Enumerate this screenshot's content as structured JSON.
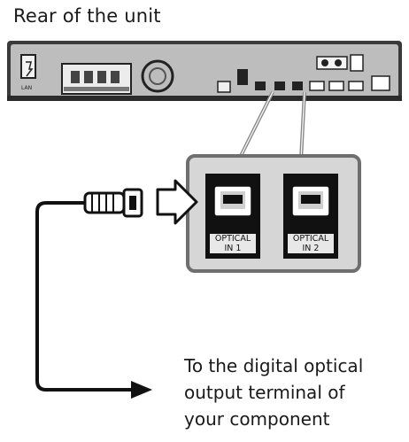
{
  "title": "Rear of the unit",
  "rear_panel": {
    "left_port_label": "LAN"
  },
  "ports": [
    {
      "label_line1": "OPTICAL",
      "label_line2": "IN 1"
    },
    {
      "label_line1": "OPTICAL",
      "label_line2": "IN 2"
    }
  ],
  "caption": {
    "line1": "To the digital optical",
    "line2": "output terminal of",
    "line3": "your component"
  }
}
